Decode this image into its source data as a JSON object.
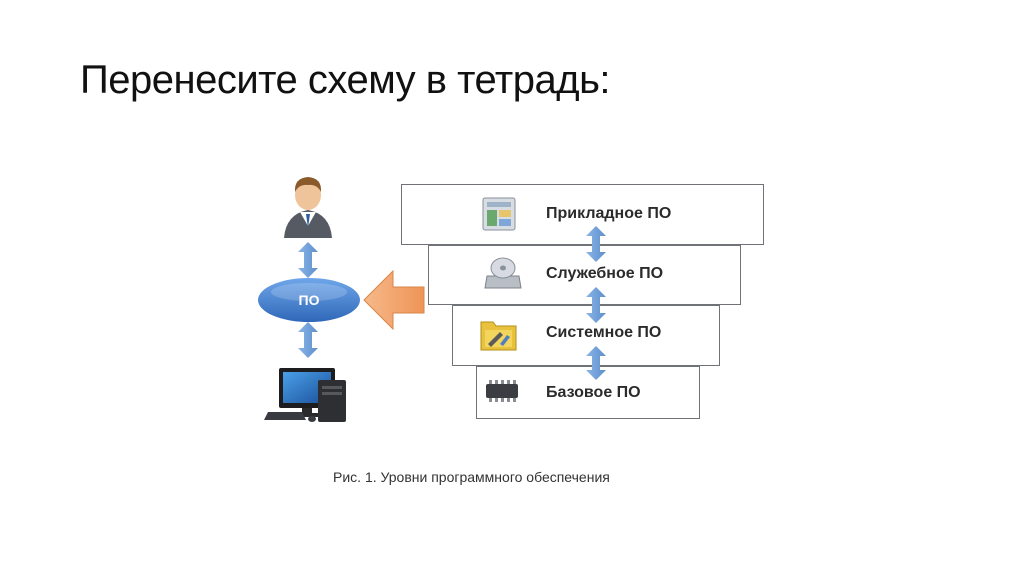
{
  "slide": {
    "title": "Перенесите схему в тетрадь:"
  },
  "diagram": {
    "center_node": "ПО",
    "levels": [
      {
        "label": "Прикладное ПО",
        "icon": "application-window-icon"
      },
      {
        "label": "Служебное ПО",
        "icon": "disc-drive-icon"
      },
      {
        "label": "Системное ПО",
        "icon": "system-tools-folder-icon"
      },
      {
        "label": "Базовое ПО",
        "icon": "microchip-icon"
      }
    ],
    "user_icon": "user-icon",
    "computer_icon": "computer-icon",
    "colors": {
      "arrow_blue": "#6b9bd6",
      "ellipse_blue": "#3f7fd0",
      "arrow_orange": "#f2a36a",
      "box_border": "#6f7378"
    }
  },
  "caption": "Рис. 1. Уровни программного обеспечения"
}
